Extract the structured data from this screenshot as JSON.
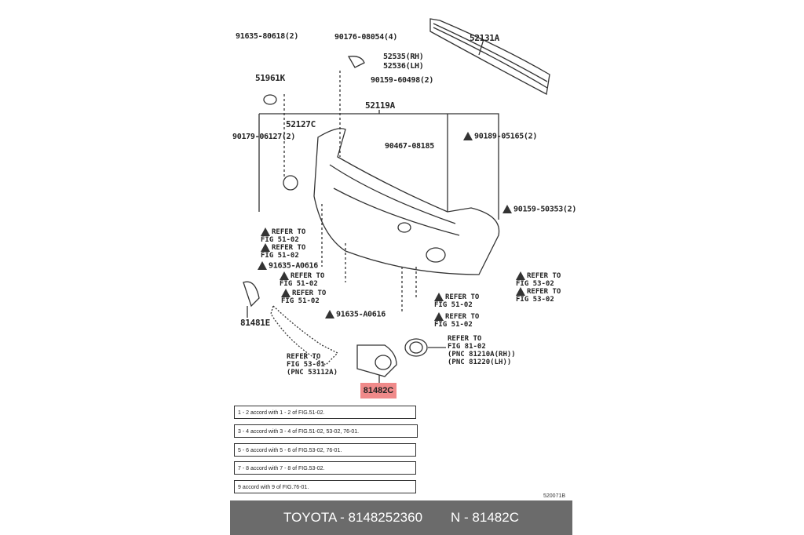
{
  "diagram": {
    "labels": {
      "p91635_80618": "91635-80618(2)",
      "p90176_08054": "90176-08054(4)",
      "p52131A": "52131A",
      "p52535": "52535(RH)",
      "p52536": "52536(LH)",
      "p90159_60498": "90159-60498(2)",
      "p51961K": "51961K",
      "p52119A": "52119A",
      "p52127C": "52127C",
      "p90179_06127": "90179-06127(2)",
      "p90189_05165": "90189-05165(2)",
      "p90467_08185": "90467-08185",
      "p90159_50353": "90159-50353(2)",
      "p91635_A0616a": "91635-A0616",
      "p91635_A0616b": "91635-A0616",
      "p81481E": "81481E"
    },
    "refs": {
      "r1": "REFER TO\nFIG 51-02",
      "r2": "REFER TO\nFIG 51-02",
      "r3": "REFER TO\nFIG 51-02",
      "r4": "REFER TO\nFIG 51-02",
      "r5": "REFER TO\nFIG 51-02",
      "r6": "REFER TO\nFIG 51-02",
      "r7": "REFER TO\nFIG 53-02",
      "r8": "REFER TO\nFIG 53-02",
      "r9": "REFER TO\nFIG 53-01\n(PNC 53112A)",
      "r10": "REFER TO\nFIG 81-02\n(PNC 81210A(RH))\n(PNC 81220(LH))"
    },
    "highlighted_part": "81482C",
    "notes": [
      "1 - 2 accord with 1 - 2 of FIG.51-02.",
      "3 - 4 accord with 3 - 4 of FIG.51-02, 53-02, 76-01.",
      "5 - 6 accord with 5 - 6 of FIG.53-02, 76-01.",
      "7 - 8 accord with 7 - 8 of FIG.53-02.",
      "9 accord with 9 of FIG.76-01."
    ],
    "figure_code": "520071B"
  },
  "footer": {
    "brand_part": "TOYOTA - 8148252360",
    "pnc": "N - 81482C"
  }
}
